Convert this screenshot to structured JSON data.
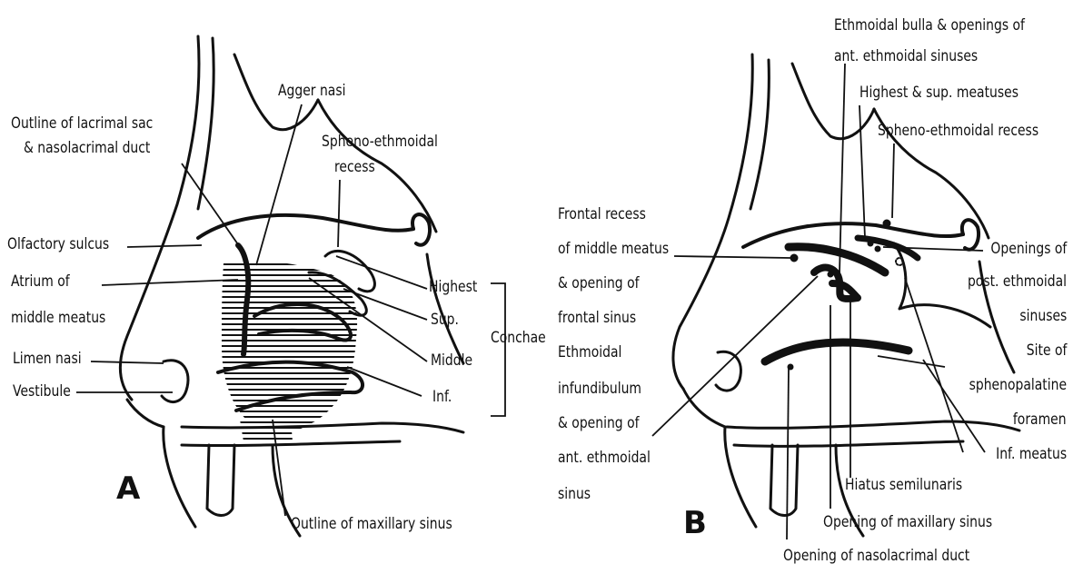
{
  "diagram": {
    "a": {
      "panel_letter": "A",
      "labels": {
        "lacrimal_1": "Outline of lacrimal sac",
        "lacrimal_2": "& nasolacrimal duct",
        "agger_nasi": "Agger nasi",
        "spheno_1": "Spheno-ethmoidal",
        "spheno_2": "recess",
        "olfactory": "Olfactory sulcus",
        "atrium_1": "Atrium of",
        "atrium_2": "middle meatus",
        "limen": "Limen nasi",
        "vestibule": "Vestibule",
        "highest": "Highest",
        "sup": "Sup.",
        "middle": "Middle",
        "inf": "Inf.",
        "conchae": "Conchae",
        "maxillary": "Outline of maxillary sinus"
      }
    },
    "b": {
      "panel_letter": "B",
      "labels": {
        "bulla_1": "Ethmoidal bulla & openings of",
        "bulla_2": "ant. ethmoidal sinuses",
        "highest_sup": "Highest & sup. meatuses",
        "spheno_recess": "Spheno-ethmoidal recess",
        "frontal_1": "Frontal recess",
        "frontal_2": "of middle meatus",
        "frontal_3": "& opening of",
        "frontal_4": "frontal sinus",
        "infund_1": "Ethmoidal",
        "infund_2": "infundibulum",
        "infund_3": "& opening of",
        "infund_4": "ant. ethmoidal",
        "infund_5": "sinus",
        "post_1": "Openings of",
        "post_2": "post. ethmoidal",
        "post_3": "sinuses",
        "spheno_1": "Site of",
        "spheno_2": "sphenopalatine",
        "spheno_3": "foramen",
        "inf_meatus": "Inf. meatus",
        "hiatus": "Hiatus semilunaris",
        "maxillary_opening": "Opening of maxillary sinus",
        "nasolacrimal_opening": "Opening of nasolacrimal duct"
      }
    }
  }
}
